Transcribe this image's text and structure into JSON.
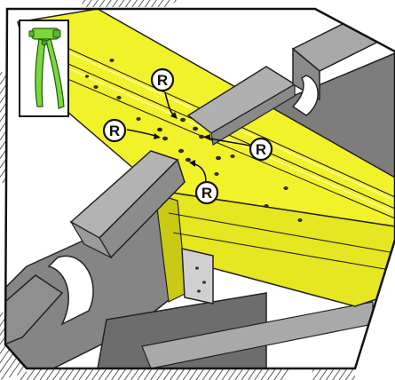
{
  "callouts": [
    {
      "label": "R"
    },
    {
      "label": "R"
    },
    {
      "label": "R"
    },
    {
      "label": "R"
    }
  ],
  "inset_tool": {
    "icon": "rivet-pliers-icon"
  },
  "colors": {
    "beam_yellow": "#f2f22a",
    "beam_yellow_light": "#fafa7a",
    "beam_yellow_dark": "#cccc1a",
    "gray_panel": "#7d7d7d",
    "gray_dark": "#5f5f5f",
    "gray_light": "#b5b5b5",
    "tool_green": "#7ad83a",
    "frame": "#111111"
  }
}
